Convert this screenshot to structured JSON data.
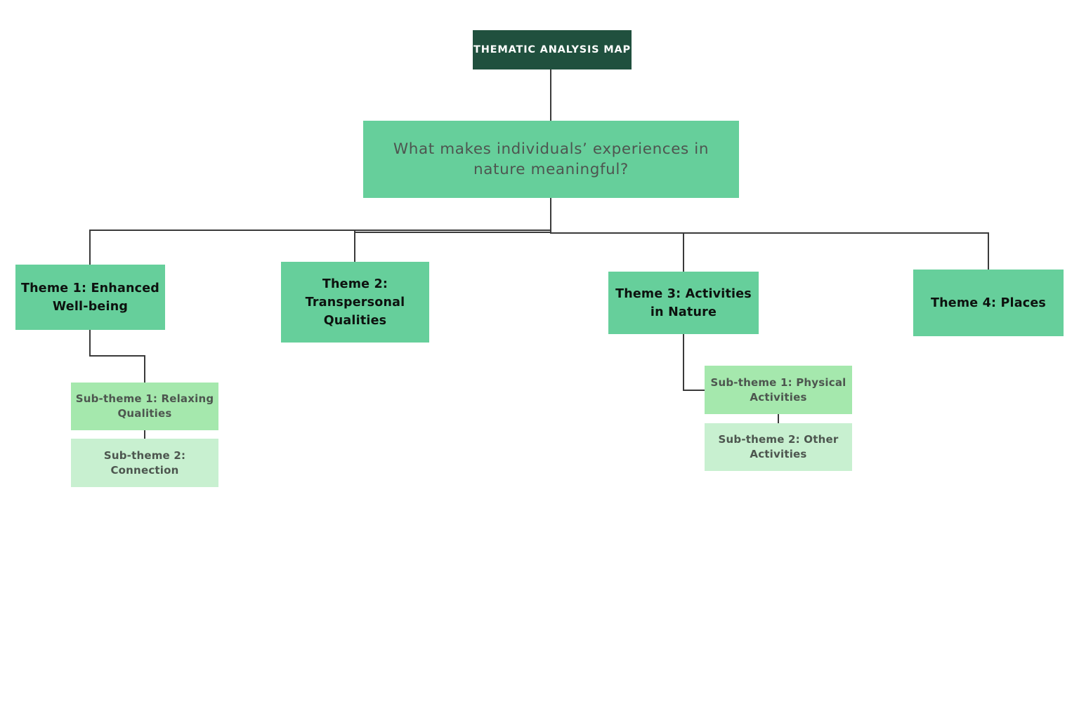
{
  "diagram": {
    "title": "THEMATIC ANALYSIS MAP",
    "question": "What makes individuals’ experiences in\nnature meaningful?",
    "themes": [
      {
        "id": "theme-1",
        "label": "Theme 1: Enhanced\nWell-being"
      },
      {
        "id": "theme-2",
        "label": "Theme 2:\nTranspersonal\nQualities"
      },
      {
        "id": "theme-3",
        "label": "Theme 3: Activities\nin Nature"
      },
      {
        "id": "theme-4",
        "label": "Theme 4: Places"
      }
    ],
    "theme1_subthemes": [
      {
        "id": "sub-1-1",
        "label": "Sub-theme 1: Relaxing\nQualities"
      },
      {
        "id": "sub-1-2",
        "label": "Sub-theme 2:\nConnection"
      }
    ],
    "theme3_subthemes": [
      {
        "id": "sub-3-1",
        "label": "Sub-theme 1: Physical\nActivities"
      },
      {
        "id": "sub-3-2",
        "label": "Sub-theme 2: Other\nActivities"
      }
    ],
    "colors": {
      "root_fill": "#20503e",
      "root_text": "#ffffff",
      "theme_fill": "#66cf9b",
      "subtheme_level1_fill": "#a5e8ad",
      "subtheme_level2_fill": "#c8f0d0",
      "question_text": "#4e5550",
      "theme_text": "#0d120f",
      "subtheme_text": "#4d564f",
      "connector_line": "#3a3a3a"
    }
  }
}
